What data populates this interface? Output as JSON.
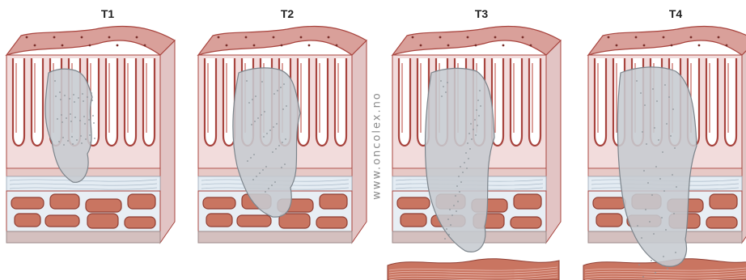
{
  "panels": [
    {
      "label": "T1"
    },
    {
      "label": "T2"
    },
    {
      "label": "T3"
    },
    {
      "label": "T4"
    }
  ],
  "watermark": "www.oncolex.no",
  "colors": {
    "mucosa_top": "#d9a09a",
    "mucosa_body": "#f2dcdc",
    "villus_outline": "#a8443e",
    "submucosa": "#e4ecf3",
    "muscle": "#c97561",
    "muscle_dark": "#8f3e33",
    "tumor": "#c6cbd0",
    "serosa": "#d4c0bf"
  }
}
